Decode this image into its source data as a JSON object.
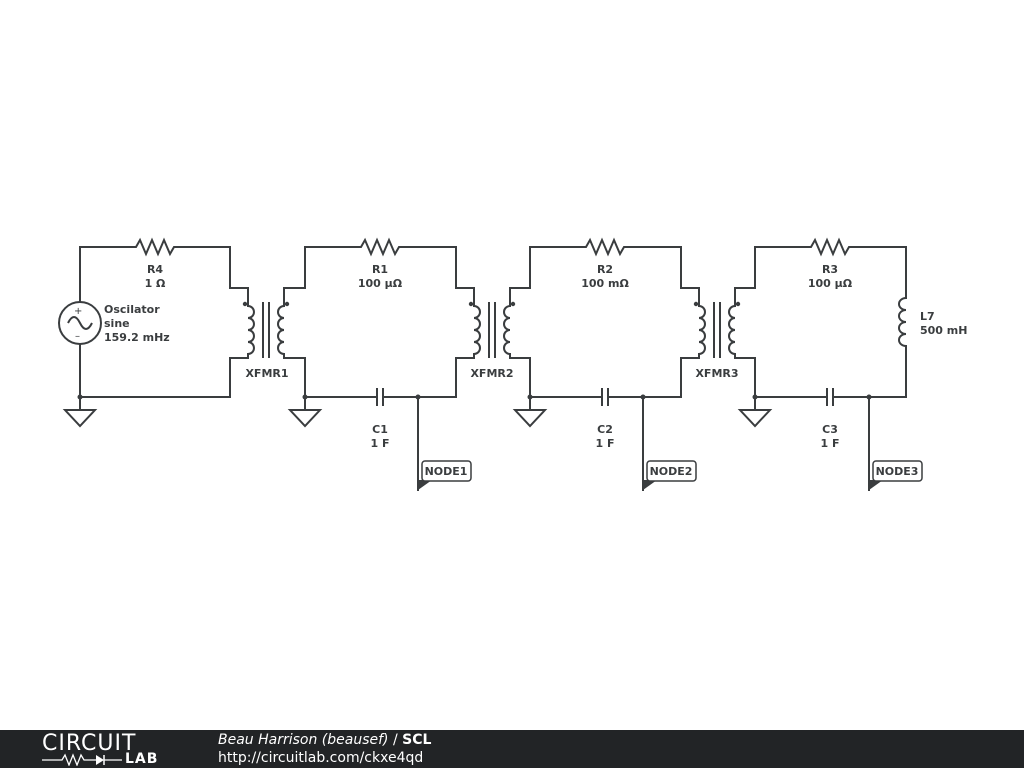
{
  "components": {
    "r4": {
      "name": "R4",
      "value": "1 Ω"
    },
    "r1": {
      "name": "R1",
      "value": "100 µΩ"
    },
    "r2": {
      "name": "R2",
      "value": "100 mΩ"
    },
    "r3": {
      "name": "R3",
      "value": "100 µΩ"
    },
    "osc": {
      "name": "Oscilator",
      "type": "sine",
      "freq": "159.2 mHz"
    },
    "xfmr1": {
      "name": "XFMR1"
    },
    "xfmr2": {
      "name": "XFMR2"
    },
    "xfmr3": {
      "name": "XFMR3"
    },
    "c1": {
      "name": "C1",
      "value": "1 F"
    },
    "c2": {
      "name": "C2",
      "value": "1 F"
    },
    "c3": {
      "name": "C3",
      "value": "1 F"
    },
    "l7": {
      "name": "L7",
      "value": "500 mH"
    }
  },
  "nodes": {
    "n1": "NODE1",
    "n2": "NODE2",
    "n3": "NODE3"
  },
  "footer": {
    "logo_top": "CIRCUIT",
    "logo_bottom": "LAB",
    "author": "Beau Harrison (beausef)",
    "separator": " / ",
    "project": "SCL",
    "url": "http://circuitlab.com/ckxe4qd"
  }
}
